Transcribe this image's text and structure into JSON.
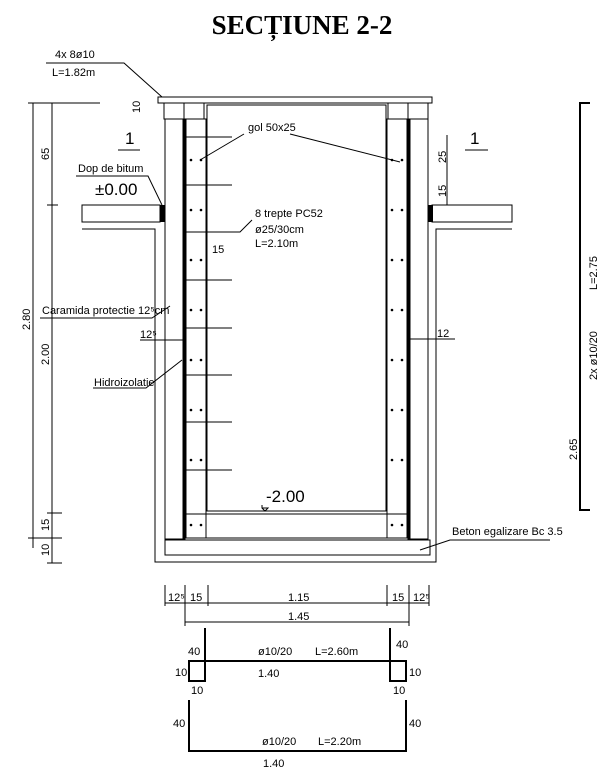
{
  "title": "SECȚIUNE 2-2",
  "labels": {
    "top_rebar": "4x 8ø10",
    "top_rebar_len": "L=1.82m",
    "dop": "Dop de bitum",
    "level_zero": "±0.00",
    "gol": "gol 50x25",
    "trepte": "8 trepte PC52",
    "trepte_spacing": "ø25/30cm",
    "trepte_len": "L=2.10m",
    "step_dim": "15",
    "caramida": "Caramida protectie 12⁵cm",
    "brick_left": "12⁵",
    "brick_right": "12",
    "hidro": "Hidroizolatie",
    "level_bottom": "-2.00",
    "beton": "Beton egalizare Bc 3.5",
    "section_mark": "1",
    "dim_10": "10",
    "dim_25": "25",
    "dim_15": "15"
  },
  "left_dims": {
    "total": "2.80",
    "top": "65",
    "mid": "2.00",
    "d15": "15",
    "d10": "10"
  },
  "right_bar": {
    "count": "2x ø10/20",
    "length": "L=2.75",
    "span": "2.65"
  },
  "bottom_dims": {
    "a": "12⁵",
    "b": "15",
    "c": "1.15",
    "d": "15",
    "e": "12⁵",
    "total": "1.45"
  },
  "rebar1": {
    "spec": "ø10/20",
    "len": "L=2.60m",
    "width": "1.40",
    "hook": "40",
    "leg": "10",
    "foot": "10"
  },
  "rebar2": {
    "spec": "ø10/20",
    "len": "L=2.20m",
    "width": "1.40",
    "hook": "40"
  }
}
